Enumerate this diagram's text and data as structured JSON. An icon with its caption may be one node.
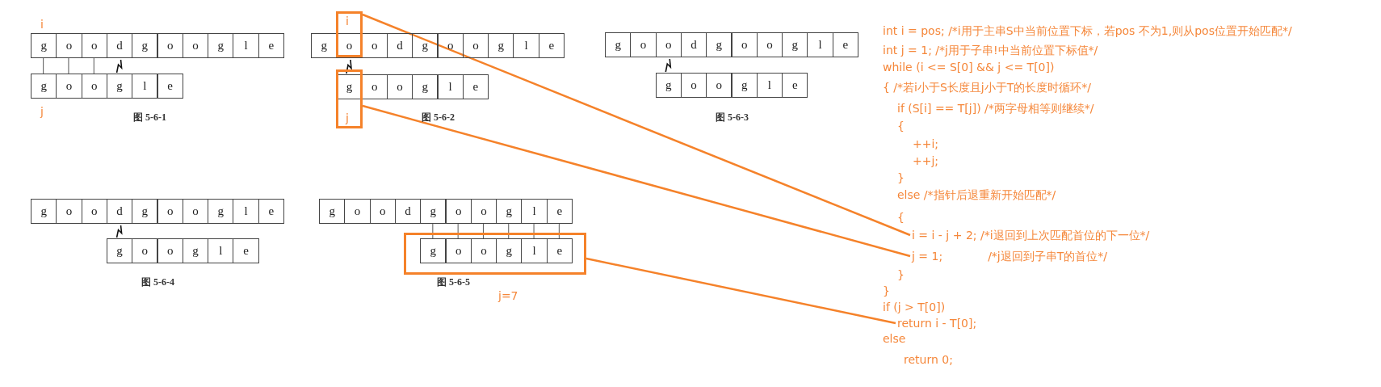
{
  "diagram": {
    "nodes": [
      {
        "text": [],
        "shape": "box"
      },
      {
        "text": [],
        "shape": "box"
      },
      {
        "text": [],
        "shape": "box"
      },
      {
        "text": [
          "i = i - j + 2; /*i退回到上次匹配首位的下一位*/"
        ]
      },
      {
        "text": [
          "j = 1;",
          "/*j退回到子串T的首位*/"
        ]
      },
      {
        "text": [
          "return i - T[0];"
        ]
      }
    ],
    "edges": [
      {
        "from": 3,
        "to": 0,
        "arrow": "none"
      },
      {
        "from": 4,
        "to": 1,
        "arrow": "none"
      },
      {
        "from": 5,
        "to": 2,
        "arrow": "none"
      }
    ],
    "labels": [
      "i",
      "g",
      "o",
      "o",
      "d",
      "g",
      "o",
      "o",
      "g",
      "l",
      "e",
      "g",
      "o",
      "o",
      "g",
      "l",
      "e",
      "j",
      "图 5-6-1",
      "i",
      "g",
      "o",
      "o",
      "d",
      "g",
      "o",
      "o",
      "g",
      "l",
      "e",
      "g",
      "o",
      "o",
      "g",
      "l",
      "e",
      "j",
      "图 5-6-2",
      "g",
      "o",
      "o",
      "d",
      "g",
      "o",
      "o",
      "g",
      "l",
      "e",
      "g",
      "o",
      "o",
      "g",
      "l",
      "e",
      "图 5-6-3",
      "g",
      "o",
      "o",
      "d",
      "g",
      "o",
      "o",
      "g",
      "l",
      "e",
      "g",
      "o",
      "o",
      "g",
      "l",
      "e",
      "图 5-6-4",
      "g",
      "o",
      "o",
      "d",
      "g",
      "o",
      "o",
      "g",
      "l",
      "e",
      "g",
      "o",
      "o",
      "g",
      "l",
      "e",
      "图 5-6-5",
      "j=7",
      "int i = pos; /*i用于主串S中当前位置下标，若pos 不为1,则从pos位置开始匹配*/",
      "int j = 1; /*j用于子串!中当前位置下标值*/",
      "while (i <= S[0] && j <= T[0])",
      "{ /*若i小于S长度且j小于T的长度时循环*/",
      "if (S[i] == T[j]) /*两字母相等则继续*/",
      "{",
      "++i;",
      "++j;",
      "}",
      "else /*指针后退重新开始匹配*/",
      "{",
      "}",
      "}",
      "if (j > T[0])",
      "else",
      "return 0;"
    ]
  }
}
